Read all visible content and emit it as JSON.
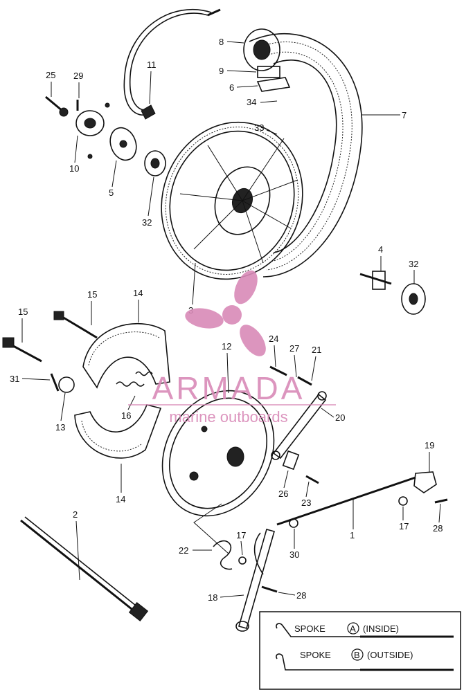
{
  "diagram": {
    "callouts": [
      {
        "id": "c1",
        "text": "1"
      },
      {
        "id": "c2",
        "text": "2"
      },
      {
        "id": "c3",
        "text": "3"
      },
      {
        "id": "c4",
        "text": "4"
      },
      {
        "id": "c5",
        "text": "5"
      },
      {
        "id": "c6",
        "text": "6"
      },
      {
        "id": "c7",
        "text": "7"
      },
      {
        "id": "c8",
        "text": "8"
      },
      {
        "id": "c9",
        "text": "9"
      },
      {
        "id": "c10",
        "text": "10"
      },
      {
        "id": "c11",
        "text": "11"
      },
      {
        "id": "c12",
        "text": "12"
      },
      {
        "id": "c13",
        "text": "13"
      },
      {
        "id": "c14a",
        "text": "14"
      },
      {
        "id": "c14b",
        "text": "14"
      },
      {
        "id": "c15a",
        "text": "15"
      },
      {
        "id": "c15b",
        "text": "15"
      },
      {
        "id": "c16",
        "text": "16"
      },
      {
        "id": "c17a",
        "text": "17"
      },
      {
        "id": "c17b",
        "text": "17"
      },
      {
        "id": "c18",
        "text": "18"
      },
      {
        "id": "c19",
        "text": "19"
      },
      {
        "id": "c20",
        "text": "20"
      },
      {
        "id": "c21",
        "text": "21"
      },
      {
        "id": "c22",
        "text": "22"
      },
      {
        "id": "c23",
        "text": "23"
      },
      {
        "id": "c24",
        "text": "24"
      },
      {
        "id": "c25",
        "text": "25"
      },
      {
        "id": "c26",
        "text": "26"
      },
      {
        "id": "c27",
        "text": "27"
      },
      {
        "id": "c28a",
        "text": "28"
      },
      {
        "id": "c28b",
        "text": "28"
      },
      {
        "id": "c29",
        "text": "29"
      },
      {
        "id": "c30",
        "text": "30"
      },
      {
        "id": "c31",
        "text": "31"
      },
      {
        "id": "c32a",
        "text": "32"
      },
      {
        "id": "c32b",
        "text": "32"
      },
      {
        "id": "c33",
        "text": "33"
      },
      {
        "id": "c34",
        "text": "34"
      }
    ],
    "legend": {
      "spoke_a_word": "SPOKE",
      "spoke_a_letter": "A",
      "spoke_a_note": "(INSIDE)",
      "spoke_b_word": "SPOKE",
      "spoke_b_letter": "B",
      "spoke_b_note": "(OUTSIDE)"
    }
  },
  "watermark": {
    "brand": "ARMADA",
    "tagline": "marine outboards",
    "color": "#d98ab8"
  }
}
